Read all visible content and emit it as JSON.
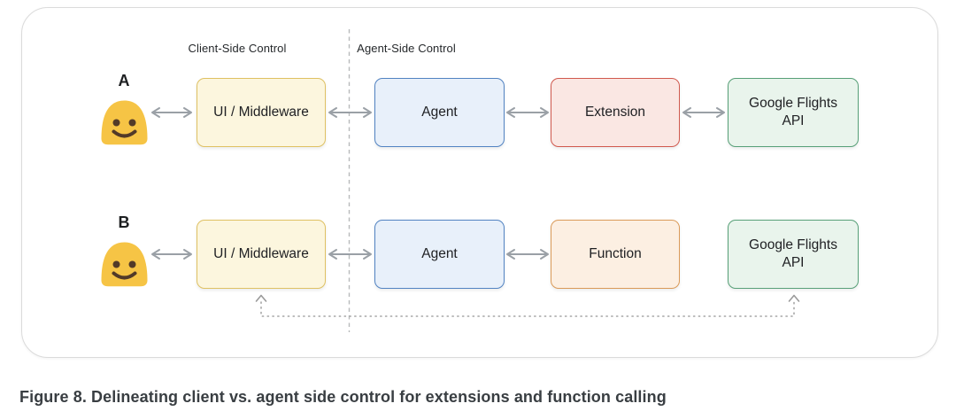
{
  "figure": {
    "caption": "Figure 8. Delineating client vs. agent side control for extensions and function calling"
  },
  "diagram": {
    "headers": {
      "client": "Client-Side Control",
      "agent": "Agent-Side Control"
    },
    "rows": [
      {
        "label": "A",
        "actor_icon": "smiley-blob-person",
        "nodes": [
          {
            "label": "UI / Middleware",
            "color": "#dfc163"
          },
          {
            "label": "Agent",
            "color": "#5283c2"
          },
          {
            "label": "Extension",
            "color": "#d0594e"
          },
          {
            "label": "Google Flights\nAPI",
            "color": "#58a078"
          }
        ]
      },
      {
        "label": "B",
        "actor_icon": "smiley-blob-person",
        "nodes": [
          {
            "label": "UI / Middleware",
            "color": "#dfc163"
          },
          {
            "label": "Agent",
            "color": "#5283c2"
          },
          {
            "label": "Function",
            "color": "#da9a58"
          },
          {
            "label": "Google Flights\nAPI",
            "color": "#58a078"
          }
        ]
      }
    ],
    "colors": {
      "ui_middleware_fill": "#fcf6de",
      "agent_fill": "#e8f0fa",
      "extension_fill": "#fae7e3",
      "function_fill": "#fcefe2",
      "api_fill": "#e9f4ec",
      "arrow_gray": "#9aa0a6",
      "emoji_yellow": "#f6c445",
      "panel_border": "#dbdbdb"
    }
  }
}
